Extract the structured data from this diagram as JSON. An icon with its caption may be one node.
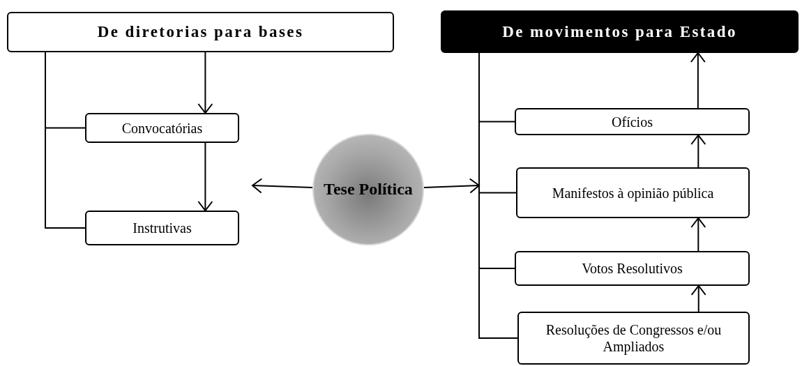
{
  "diagram": {
    "nodes": [
      {
        "text": [
          "De diretorias para bases"
        ]
      },
      {
        "text": [
          "Convocatórias"
        ]
      },
      {
        "text": [
          "Instrutivas"
        ]
      },
      {
        "text": [
          "Tese Política"
        ]
      },
      {
        "text": [
          "De movimentos para Estado"
        ]
      },
      {
        "text": [
          "Ofícios"
        ]
      },
      {
        "text": [
          "Manifestos à opinião pública"
        ]
      },
      {
        "text": [
          "Votos Resolutivos"
        ]
      },
      {
        "text": [
          "Resoluções de Congressos e/ou Ampliados"
        ]
      }
    ],
    "edges": [
      {
        "from": 0,
        "to": 1,
        "arrow": "none"
      },
      {
        "from": 0,
        "to": 2,
        "arrow": "none"
      },
      {
        "from": 0,
        "to": 1,
        "arrow": "to"
      },
      {
        "from": 1,
        "to": 2,
        "arrow": "to"
      },
      {
        "from": 3,
        "to": null,
        "arrow": "to"
      },
      {
        "from": 3,
        "to": null,
        "arrow": "to"
      },
      {
        "from": 4,
        "to": 5,
        "arrow": "none"
      },
      {
        "from": 4,
        "to": 6,
        "arrow": "none"
      },
      {
        "from": 4,
        "to": 7,
        "arrow": "none"
      },
      {
        "from": 4,
        "to": 8,
        "arrow": "none"
      },
      {
        "from": 5,
        "to": 4,
        "arrow": "to"
      },
      {
        "from": 6,
        "to": 5,
        "arrow": "to"
      },
      {
        "from": 7,
        "to": 6,
        "arrow": "to"
      },
      {
        "from": 8,
        "to": 7,
        "arrow": "to"
      }
    ]
  }
}
